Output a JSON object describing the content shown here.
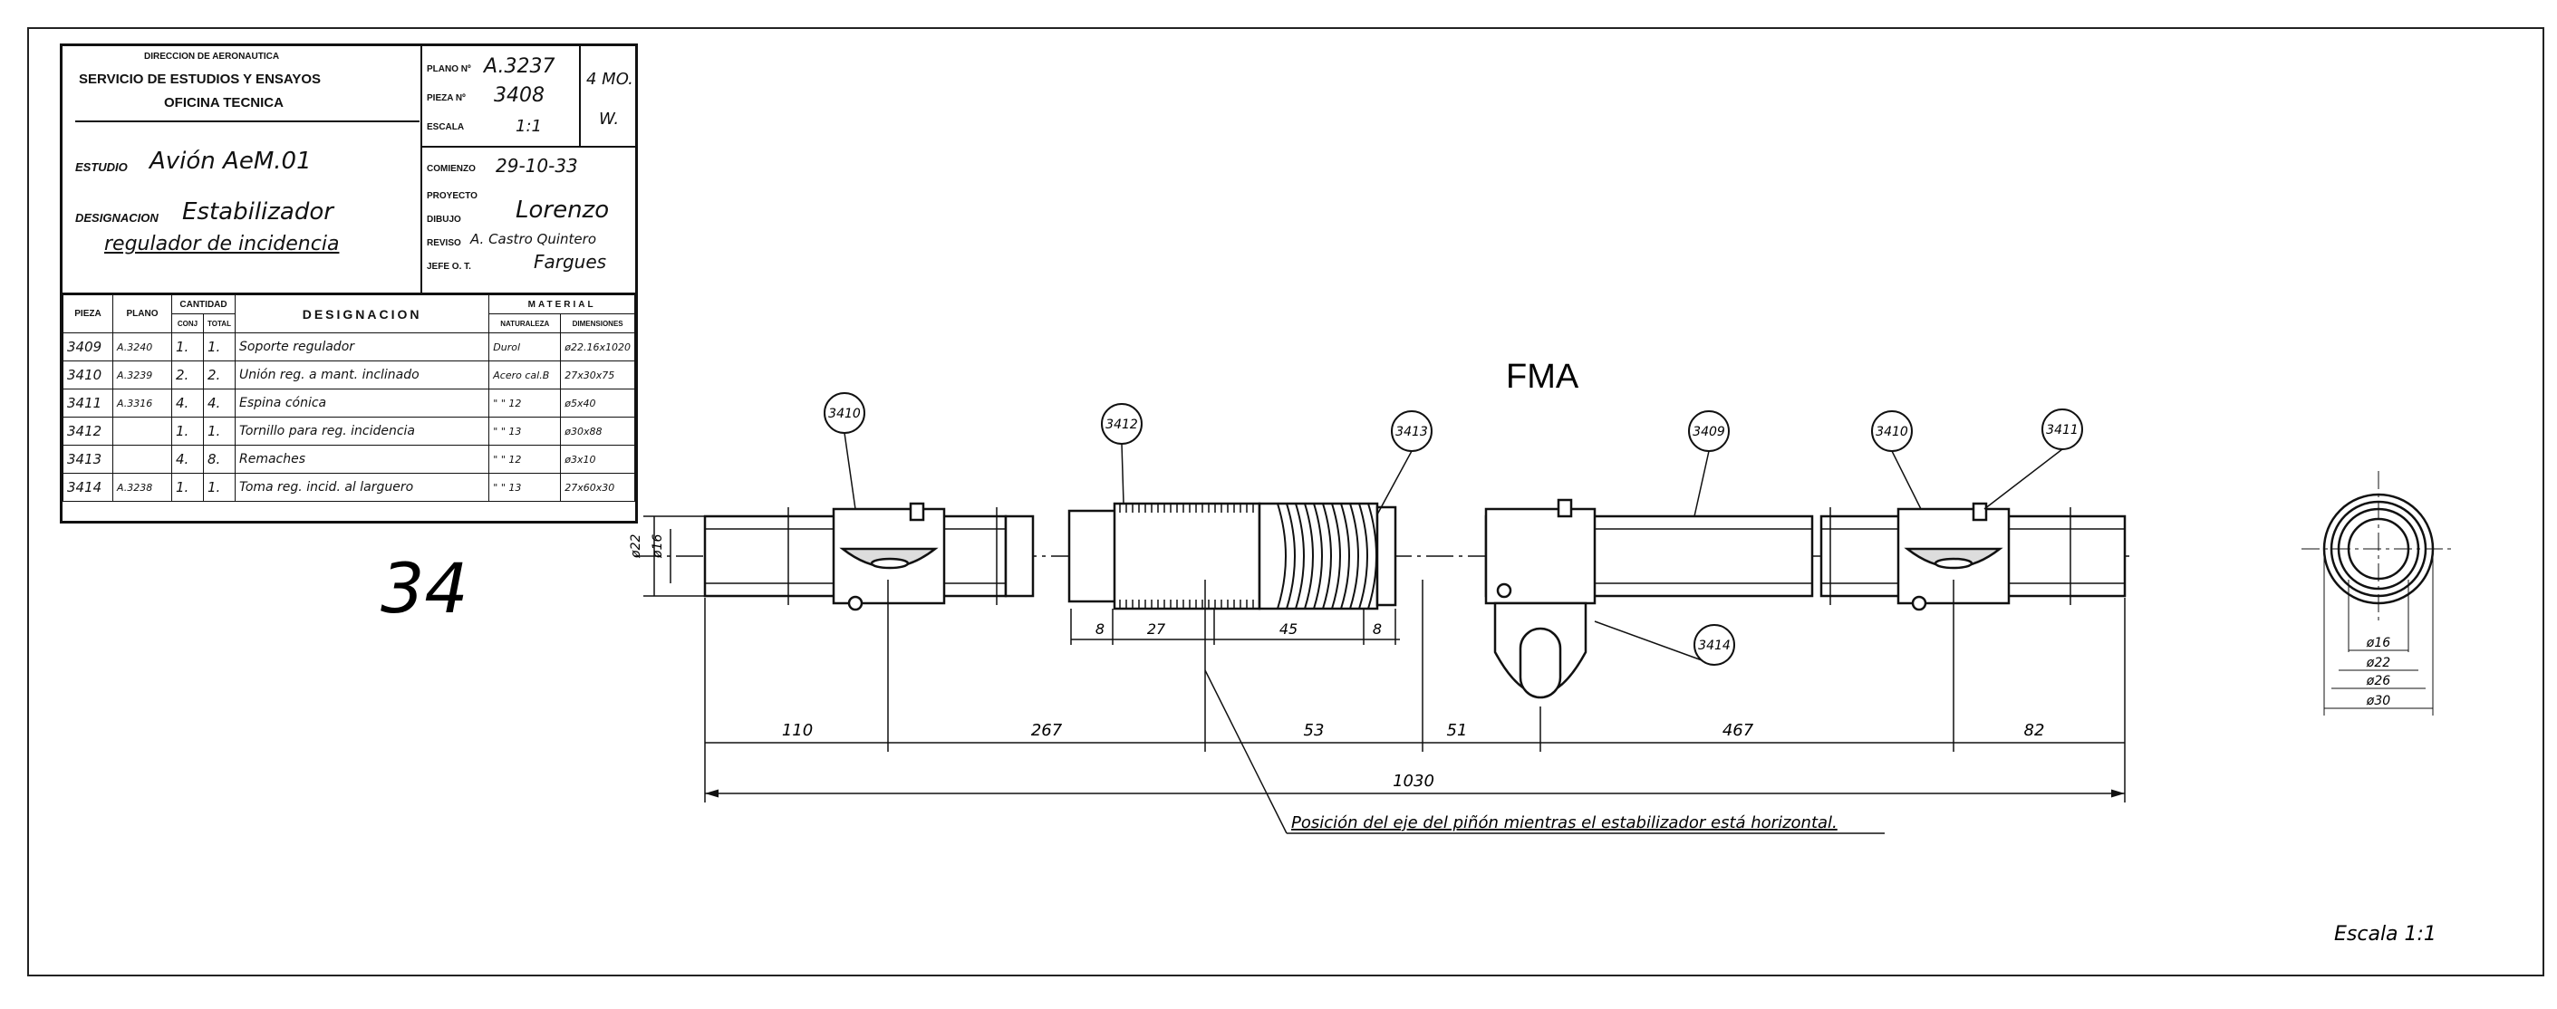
{
  "title_block": {
    "header1": "DIRECCION DE AERONAUTICA",
    "header2": "SERVICIO DE ESTUDIOS Y ENSAYOS",
    "header3": "OFICINA TECNICA",
    "plano_label": "PLANO Nº",
    "plano_value": "A.3237",
    "pieza_label": "PIEZA Nº",
    "pieza_value": "3408",
    "escala_label": "ESCALA",
    "escala_value": "1:1",
    "sheet_code1": "4 MO.",
    "sheet_code2": "W.",
    "estudio_label": "ESTUDIO",
    "estudio_value": "Avión AeM.01",
    "designacion_label": "DESIGNACION",
    "designacion_line1": "Estabilizador",
    "designacion_line2": "regulador de incidencia",
    "comienzo_label": "COMIENZO",
    "comienzo_value": "29-10-33",
    "proyecto_label": "PROYECTO",
    "dibujo_label": "DIBUJO",
    "reviso_label": "REVISO",
    "reviso_value": "A. Castro Quintero",
    "jefe_label": "JEFE O. T.",
    "signature_text": "Lorenzo",
    "signature_jefe": "Fargues"
  },
  "parts_table": {
    "headers": {
      "pieza": "PIEZA",
      "plano": "PLANO",
      "cantidad": "CANTIDAD",
      "conj": "CONJ",
      "total": "TOTAL",
      "designacion": "DESIGNACION",
      "material": "MATERIAL",
      "naturaleza": "NATURALEZA",
      "dimensiones": "DIMENSIONES"
    },
    "rows": [
      {
        "pieza": "3409",
        "plano": "A.3240",
        "conj": "1.",
        "total": "1.",
        "designacion": "Soporte regulador",
        "naturaleza": "Durol",
        "dimensiones": "ø22.16x1020"
      },
      {
        "pieza": "3410",
        "plano": "A.3239",
        "conj": "2.",
        "total": "2.",
        "designacion": "Unión reg. a mant. inclinado",
        "naturaleza": "Acero cal.B",
        "dimensiones": "27x30x75"
      },
      {
        "pieza": "3411",
        "plano": "A.3316",
        "conj": "4.",
        "total": "4.",
        "designacion": "Espina cónica",
        "naturaleza": "\" \" 12",
        "dimensiones": "ø5x40"
      },
      {
        "pieza": "3412",
        "plano": "",
        "conj": "1.",
        "total": "1.",
        "designacion": "Tornillo para reg. incidencia",
        "naturaleza": "\" \" 13",
        "dimensiones": "ø30x88"
      },
      {
        "pieza": "3413",
        "plano": "",
        "conj": "4.",
        "total": "8.",
        "designacion": "Remaches",
        "naturaleza": "\" \" 12",
        "dimensiones": "ø3x10"
      },
      {
        "pieza": "3414",
        "plano": "A.3238",
        "conj": "1.",
        "total": "1.",
        "designacion": "Toma reg. incid. al larguero",
        "naturaleza": "\" \" 13",
        "dimensiones": "27x60x30"
      }
    ]
  },
  "sheet_number": "34",
  "watermark": "FMA",
  "balloons": [
    "3410",
    "3412",
    "3413",
    "3409",
    "3410",
    "3411",
    "3414"
  ],
  "dims_screw": [
    "8",
    "27",
    "45",
    "8"
  ],
  "dims_left": [
    "ø22",
    "ø16"
  ],
  "dims_main": [
    "110",
    "267",
    "53",
    "51",
    "467",
    "82"
  ],
  "dim_total": "1030",
  "section_dims": [
    "ø16",
    "ø22",
    "ø26",
    "ø30"
  ],
  "note": "Posición del eje del piñón mientras el estabilizador está horizontal.",
  "scale_note": "Escala 1:1"
}
